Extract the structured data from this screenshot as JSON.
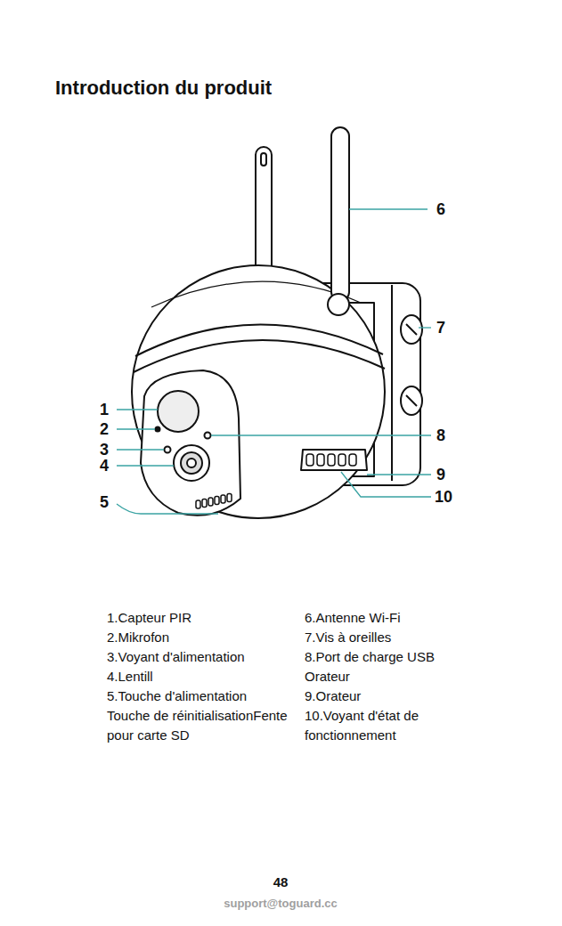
{
  "diagram": {
    "title": "Introduction du produit",
    "labels": [
      "6",
      "7",
      "1",
      "2",
      "8",
      "3",
      "4",
      "9",
      "5",
      "10",
      "1.Capteur PIR",
      "2.Mikrofon",
      "3.Voyant d'alimentation",
      "4.Lentill",
      "5.Touche d'alimentation Touche de réinitialisationFente pour carte SD",
      "6.Antenne Wi-Fi",
      "7.Vis à oreilles",
      "8.Port de charge USB Orateur",
      "9.Orateur",
      "10.Voyant d'état de fonctionnement",
      "48",
      "support@toguard.cc"
    ]
  }
}
